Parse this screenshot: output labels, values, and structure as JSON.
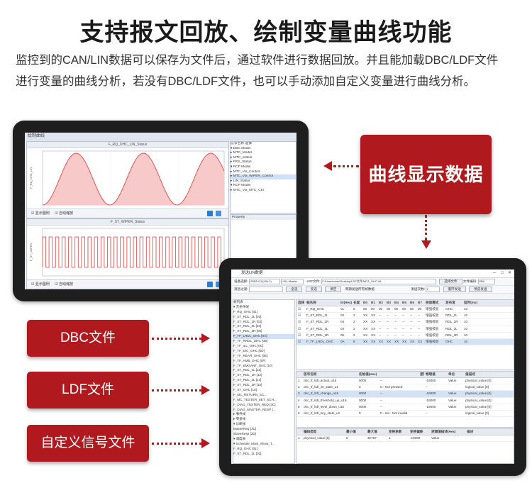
{
  "header": {
    "title": "支持报文回放、绘制变量曲线功能",
    "desc_line1": "监控到的CAN/LIN数据可以保存为文件后，通过软件进行数据回放。并且能加载DBC/LDF文件",
    "desc_line2": "进行变量的曲线分析，若没有DBC/LDF文件，也可以手动添加自定义变量进行曲线分析。"
  },
  "callouts": {
    "main": "曲线显示数据",
    "dbc": "DBC文件",
    "ldf": "LDF文件",
    "custom": "自定义信号文件"
  },
  "colors": {
    "accent_red": "#b0191e",
    "plot_fill": "#f7c9c9",
    "plot_line": "#e05656"
  },
  "window1": {
    "title": "绘制曲线",
    "plot1_title": "F_RQ_OHC_LIN_Status",
    "plot2_title": "F_ST_WIPER_Status",
    "checkbox_a": "☑ 显示图例",
    "checkbox_b": "☑ 自动缩放",
    "y_label_1": "F_RQ_OHC_LIN",
    "y_label_2": "F_ST_WIPER",
    "tree": [
      "信号名称 选择",
      "▾ DBC Model",
      "  ▸ MTC_Model",
      "  ▸ MTC_Status",
      "  ▸ FRS_Status",
      "▾ RCP Model",
      "  ▸ MTC_Vol_Control",
      "  ▸ MTC_Vol_WIPER_Control",
      "  ▸ LIN_Status",
      "▾ RCP Model",
      "  ▸ MTC_Vol_MTC_Ctrl"
    ],
    "prop_title": "Property"
  },
  "window2": {
    "title": "发送LIN数据",
    "device_label": "设备选择:",
    "device_value": "USB2XXX(LIN-1)",
    "master_value": "LIN1-Master",
    "ldf_label": "LDF文件:",
    "ldf_path": "C:\\Users\\user\\Desktop\\LDF文件\\MDT_OHC.ldf",
    "select_file": "选择文件",
    "version_label": "文件编码:",
    "version_value": "GBK",
    "msg_label": "消息过滤:",
    "btn_select_all": "全选",
    "btn_invert": "反选",
    "btn_clear": "清空",
    "chk_period": "周期发送所有帧数据",
    "send_count_label": "发送次数:",
    "send_count": "1",
    "btn_loop": "循环发送",
    "btn_preview": "预览发送",
    "tree": [
      "帧列表",
      "▾ 无条件帧",
      "    F_RQ_OHC [01]",
      "    F_ST_RDL_2L [02]",
      "    F_ST_RDL_2R [03]",
      "    F_ST_RDL_3L [04]",
      "    F_ST_RDL_3R [05]",
      "    F_TF_LRDL_OHC [0A]",
      "    F_TF_RRDL_OHC [0B]",
      "    F_TF_ILL_OHC [0C]",
      "    F_TF_DIC_OHC [0D]",
      "    F_TF_REAR_OHC [0E]",
      "    F_TF_AMB_OHC [0F]",
      "    F_TF_EMGANT_OHC [10]",
      "    F_ST_RDL_1L [11]",
      "    F_ST_RDL_1R [12]",
      "    F_ST_RDL_3L [14]",
      "    F_ST_RDL_3R [15]",
      "    F_ST_OHC [16]",
      "    F_MC_RETURN_SC...",
      "    F_MC_TESTER_SET_SCH...",
      "    F_DIAG_TESTER_REQ [3C]",
      "    F_DIAG_MASTER_RESP [...",
      "  ▸ 事件帧",
      "  ▸ 零星帧",
      "▾ 诊断帧",
      "    MasterReq [3C]",
      "    SlaveResp [3D]",
      "▾ 调度表",
      "  ▾ Schedule_Main_Show_T...",
      "      F_RQ_OHC [01]",
      "      F_ST_RDL_2L [02]"
    ],
    "frames_header": [
      "选择",
      "帧名称",
      "ID(Hex)",
      "长度",
      "B0",
      "B1",
      "B2",
      "B3",
      "B4",
      "B5",
      "B6",
      "B7",
      "校验模式",
      "发布者",
      "延时(ms)"
    ],
    "frames": [
      [
        "☑",
        "F_RQ_OHC",
        "01",
        "8",
        "00",
        "00",
        "00",
        "00",
        "00",
        "00",
        "00",
        "00",
        "增强校验",
        "OHC",
        "10"
      ],
      [
        "☑",
        "F_ST_RDL_2L",
        "02",
        "2",
        "XX",
        "XX",
        "--",
        "--",
        "--",
        "--",
        "--",
        "--",
        "增强校验",
        "RDL_2L",
        "10"
      ],
      [
        "☑",
        "F_ST_RDL_2R",
        "03",
        "2",
        "XX",
        "XX",
        "--",
        "--",
        "--",
        "--",
        "--",
        "--",
        "增强校验",
        "RDL_2R",
        "10"
      ],
      [
        "☑",
        "F_ST_RDL_3L",
        "04",
        "2",
        "XX",
        "XX",
        "--",
        "--",
        "--",
        "--",
        "--",
        "--",
        "增强校验",
        "RDL_3L",
        "10"
      ],
      [
        "☑",
        "F_ST_RDL_3R",
        "05",
        "2",
        "XX",
        "XX",
        "--",
        "--",
        "--",
        "--",
        "--",
        "--",
        "增强校验",
        "RDL_3R",
        "10"
      ],
      [
        "☑",
        "F_TF_LRDL_OHC",
        "0A",
        "8",
        "XX",
        "XX",
        "XX",
        "XX",
        "XX",
        "XX",
        "XX",
        "XX",
        "增强校验",
        "OHC",
        "10"
      ]
    ],
    "signals_header": [
      "",
      "信号名称",
      "初始值(Hex)",
      "",
      "逻辑值",
      "物理值",
      "单位",
      "值描述"
    ],
    "signals": [
      [
        "1",
        "ohc_tf_lrdl_actual_u15",
        "0000",
        "--",
        "",
        "-16000",
        "Value",
        "physical_value [0]"
      ],
      [
        "2",
        "ohc_tf_lrdl_int_state_u1",
        "0",
        "0 - Not pressed",
        "",
        "--",
        "",
        "logical_value [0]"
      ],
      [
        "3",
        "ohc_tf_lrdl_change_u15",
        "0000",
        "--",
        "",
        "-16000",
        "Value",
        "physical_value [0]"
      ],
      [
        "4",
        "ohc_tf_lrdl_threshold_up_u15",
        "0000",
        "--",
        "",
        "-16000",
        "Value",
        "physical_value [0]"
      ],
      [
        "5",
        "ohc_tf_lrdl_level_down_u15",
        "0000",
        "--",
        "",
        "-16000",
        "Value",
        "physical_value [0]"
      ],
      [
        "6",
        "ohc_tf_lrdl_key_state_u2",
        "0",
        "0 - Init - Not invalid",
        "",
        "--",
        "",
        "logical_value [0]"
      ]
    ],
    "enc_header": [
      "",
      "编码类型",
      "最小值",
      "最大值",
      "变换系数",
      "变换偏移",
      "逻辑值描述(Hex)",
      "描述"
    ],
    "enc_rows": [
      [
        "1",
        "physical_value [0]",
        "0",
        "32767",
        "1",
        "-16000",
        "Value",
        ""
      ]
    ]
  }
}
